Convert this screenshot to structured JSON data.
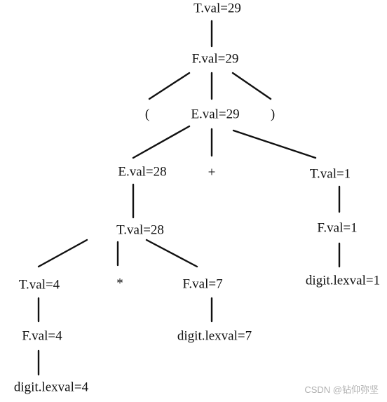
{
  "tree": {
    "root": "T.val=29",
    "f_root": "F.val=29",
    "lparen": "(",
    "e_mid": "E.val=29",
    "rparen": ")",
    "e_left": "E.val=28",
    "plus": "+",
    "t_right": "T.val=1",
    "t_mid": "T.val=28",
    "f_right": "F.val=1",
    "t_left": "T.val=4",
    "star": "*",
    "f_seven": "F.val=7",
    "digit_one": "digit.lexval=1",
    "f_four": "F.val=4",
    "digit_seven": "digit.lexval=7",
    "digit_four": "digit.lexval=4"
  },
  "watermark": "CSDN @钻仰弥坚"
}
